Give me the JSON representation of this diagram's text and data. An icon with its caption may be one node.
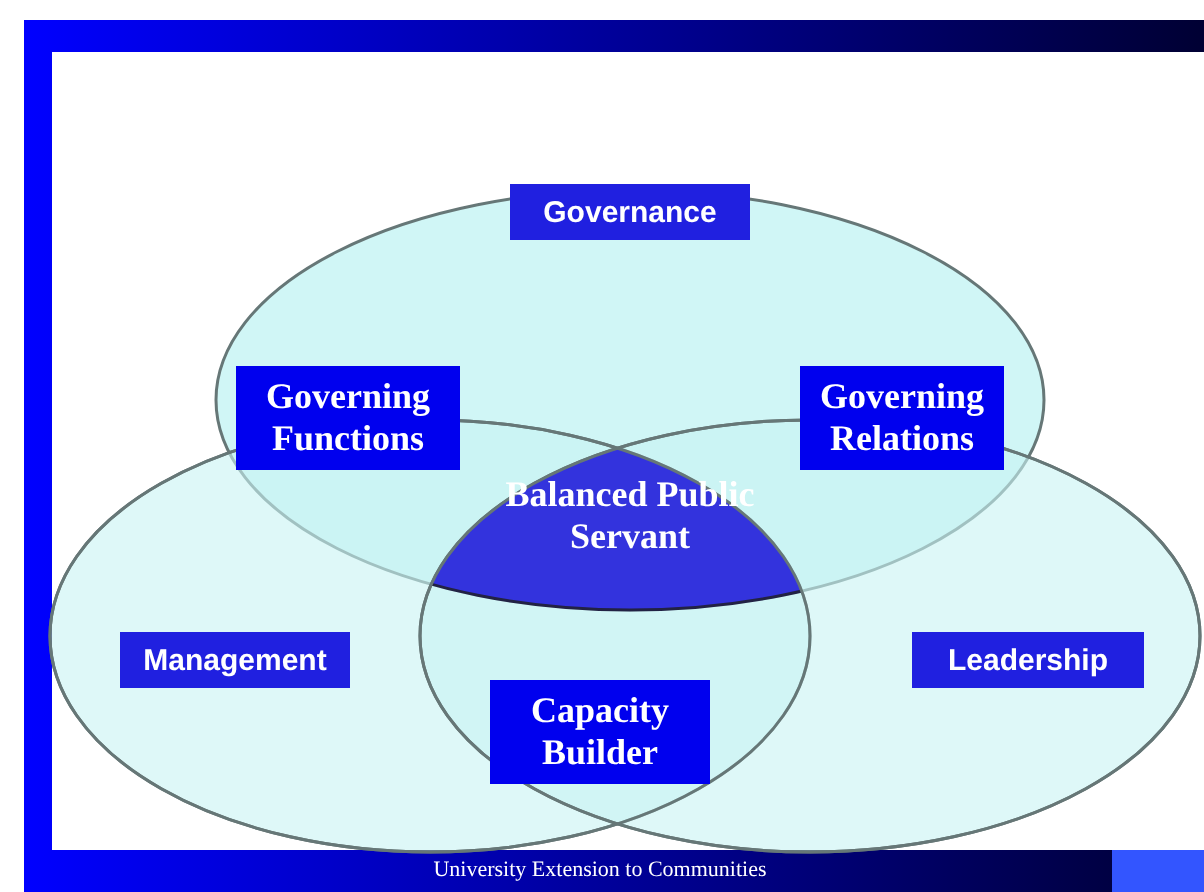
{
  "diagram": {
    "nodes": [
      {
        "text": [
          "Governance"
        ]
      },
      {
        "text": [
          "Governing Functions"
        ]
      },
      {
        "text": [
          "Governing Relations"
        ]
      },
      {
        "text": [
          "Balanced Public Servant"
        ]
      },
      {
        "text": [
          "Management"
        ]
      },
      {
        "text": [
          "Leadership"
        ]
      },
      {
        "text": [
          "Capacity Builder"
        ]
      }
    ],
    "edges": [],
    "labels": [
      "University Extension to Communities"
    ]
  }
}
